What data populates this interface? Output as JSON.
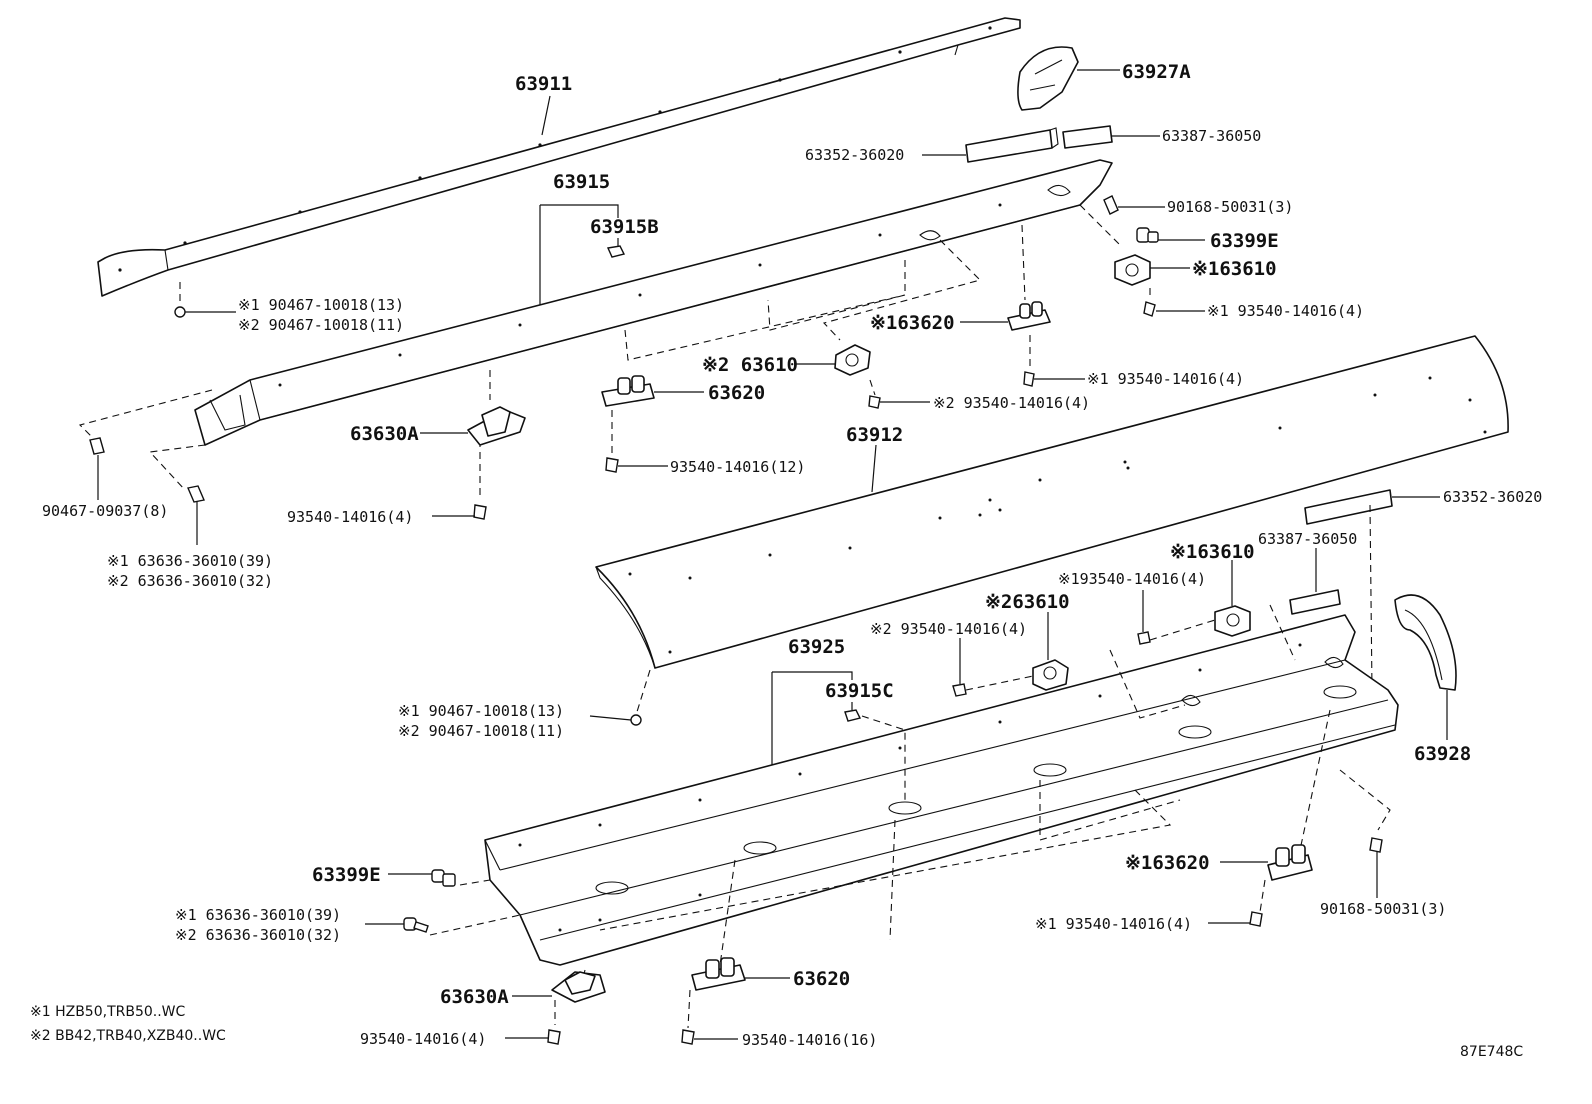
{
  "labels": {
    "p63911": "63911",
    "p63927a": "63927A",
    "p63387_top": "63387-36050",
    "p63352_top": "63352-36020",
    "p63915": "63915",
    "p63915b": "63915B",
    "p90168_top": "90168-50031(3)",
    "p63399e_top": "63399E",
    "p63610_top": "※163610",
    "p93540_r1": "※1 93540-14016(4)",
    "p90467_top1": "※1 90467-10018(13)",
    "p90467_top2": "※2 90467-10018(11)",
    "p63620_k1": "※163620",
    "p63610_k2": "※2 63610",
    "p93540_mid1": "※1 93540-14016(4)",
    "p63620_mid": "63620",
    "p93540_mid2": "※2 93540-14016(4)",
    "p63630a_top": "63630A",
    "p63912": "63912",
    "p93540_12": "93540-14016(12)",
    "p90467_09037": "90467-09037(8)",
    "p93540_4_left": "93540-14016(4)",
    "p63636_1": "※1 63636-36010(39)",
    "p63636_2": "※2 63636-36010(32)",
    "p63352_right": "63352-36020",
    "p63387_right": "63387-36050",
    "p63610_r": "※163610",
    "p93540_r2": "※193540-14016(4)",
    "p63610_r2": "※263610",
    "p93540_r3": "※2 93540-14016(4)",
    "p63925": "63925",
    "p63915c": "63915C",
    "p90467_low1": "※1 90467-10018(13)",
    "p90467_low2": "※2 90467-10018(11)",
    "p63928": "63928",
    "p63399e_low": "63399E",
    "p63636_low1": "※1 63636-36010(39)",
    "p63636_low2": "※2 63636-36010(32)",
    "p63620_low_k1": "※163620",
    "p93540_low_k1": "※1 93540-14016(4)",
    "p90168_low": "90168-50031(3)",
    "p63630a_low": "63630A",
    "p63620_low": "63620",
    "p93540_low4": "93540-14016(4)",
    "p93540_16": "93540-14016(16)"
  },
  "legend": {
    "line1": "※1 HZB50,TRB50..WC",
    "line2": "※2 BB42,TRB40,XZB40..WC"
  },
  "diagram_code": "87E748C"
}
